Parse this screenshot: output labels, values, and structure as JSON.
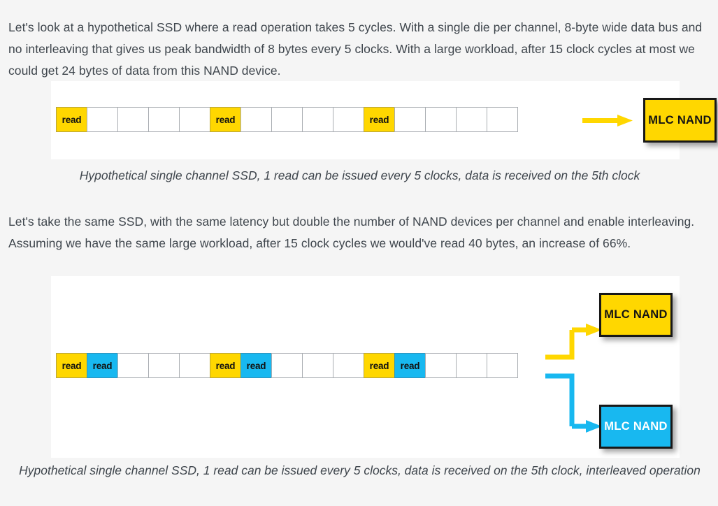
{
  "page": {
    "background_color": "#f5f5f5",
    "text_color": "#3f464d"
  },
  "paragraphs": [
    {
      "id": "para-1",
      "text": "Let's look at a hypothetical SSD where a read operation takes 5 cycles. With a single die per channel, 8-byte wide data bus and no interleaving that gives us peak bandwidth of 8 bytes every 5 clocks. With a large workload, after 15 clock cycles at most we could get 24 bytes of data from this NAND device."
    },
    {
      "id": "para-2",
      "text": "Let's take the same SSD, with the same latency but double the number of NAND devices per channel and enable interleaving. Assuming we have the same large workload, after 15 clock cycles we would've read 40 bytes, an increase of 66%."
    }
  ],
  "captions": [
    {
      "id": "caption-1",
      "text": "Hypothetical single channel SSD, 1 read can be issued every 5 clocks, data is received on the 5th clock"
    },
    {
      "id": "caption-2",
      "text": "Hypothetical single channel SSD, 1 read can be issued every 5 clocks, data is received on the 5th clock, interleaved operation"
    }
  ],
  "colors": {
    "yellow": "#ffd700",
    "blue": "#18b8f0",
    "cell_border": "#a9adb2",
    "box_border": "#181818"
  },
  "figure_1": {
    "name": "single-channel-non-interleaved",
    "clock_cycles": 15,
    "cells": [
      {
        "index": 1,
        "label": "read",
        "fill": "yellow"
      },
      {
        "index": 2,
        "label": "",
        "fill": "empty"
      },
      {
        "index": 3,
        "label": "",
        "fill": "empty"
      },
      {
        "index": 4,
        "label": "",
        "fill": "empty"
      },
      {
        "index": 5,
        "label": "",
        "fill": "empty"
      },
      {
        "index": 6,
        "label": "read",
        "fill": "yellow"
      },
      {
        "index": 7,
        "label": "",
        "fill": "empty"
      },
      {
        "index": 8,
        "label": "",
        "fill": "empty"
      },
      {
        "index": 9,
        "label": "",
        "fill": "empty"
      },
      {
        "index": 10,
        "label": "",
        "fill": "empty"
      },
      {
        "index": 11,
        "label": "read",
        "fill": "yellow"
      },
      {
        "index": 12,
        "label": "",
        "fill": "empty"
      },
      {
        "index": 13,
        "label": "",
        "fill": "empty"
      },
      {
        "index": 14,
        "label": "",
        "fill": "empty"
      },
      {
        "index": 15,
        "label": "",
        "fill": "empty"
      }
    ],
    "devices": [
      {
        "label": "MLC NAND",
        "fill": "yellow"
      }
    ]
  },
  "figure_2": {
    "name": "single-channel-interleaved",
    "clock_cycles": 15,
    "cells": [
      {
        "index": 1,
        "label": "read",
        "fill": "yellow"
      },
      {
        "index": 2,
        "label": "read",
        "fill": "blue"
      },
      {
        "index": 3,
        "label": "",
        "fill": "empty"
      },
      {
        "index": 4,
        "label": "",
        "fill": "empty"
      },
      {
        "index": 5,
        "label": "",
        "fill": "empty"
      },
      {
        "index": 6,
        "label": "read",
        "fill": "yellow"
      },
      {
        "index": 7,
        "label": "read",
        "fill": "blue"
      },
      {
        "index": 8,
        "label": "",
        "fill": "empty"
      },
      {
        "index": 9,
        "label": "",
        "fill": "empty"
      },
      {
        "index": 10,
        "label": "",
        "fill": "empty"
      },
      {
        "index": 11,
        "label": "read",
        "fill": "yellow"
      },
      {
        "index": 12,
        "label": "read",
        "fill": "blue"
      },
      {
        "index": 13,
        "label": "",
        "fill": "empty"
      },
      {
        "index": 14,
        "label": "",
        "fill": "empty"
      },
      {
        "index": 15,
        "label": "",
        "fill": "empty"
      }
    ],
    "devices": [
      {
        "label": "MLC NAND",
        "fill": "yellow"
      },
      {
        "label": "MLC NAND",
        "fill": "blue"
      }
    ]
  }
}
